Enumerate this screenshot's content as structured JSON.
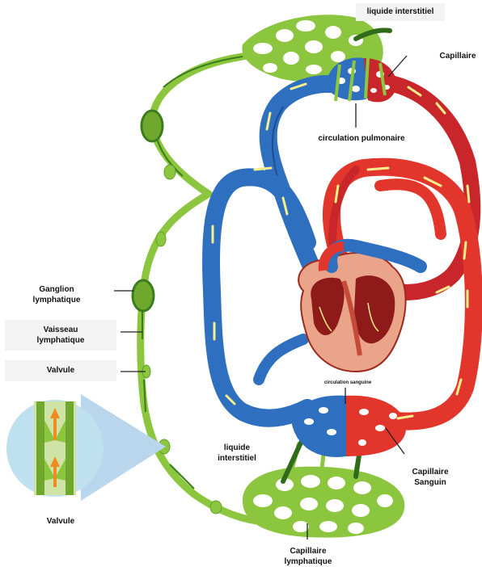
{
  "labels": {
    "liquide_top": "liquide interstitiel",
    "capillaire_top": "Capillaire",
    "circ_pulmonaire": "circulation pulmonaire",
    "ganglion": "Ganglion\nlymphatique",
    "vaisseau": "Vaisseau\nlymphatique",
    "valvule_side": "Valvule",
    "valvule_inset": "Valvule",
    "circ_sanguine": "circulation sanguine",
    "liquide_bottom": "liquide\ninterstitiel",
    "capillaire_sanguin": "Capillaire\nSanguin",
    "capillaire_lymph": "Capillaire\nlymphatique"
  },
  "colors": {
    "lymph_green": "#8cc63f",
    "lymph_dark": "#3a7d1e",
    "artery_red": "#d8302a",
    "vein_blue": "#2f6fbf",
    "arrow_yellow": "#f6ef8a",
    "heart_tissue": "#e9a48a"
  }
}
